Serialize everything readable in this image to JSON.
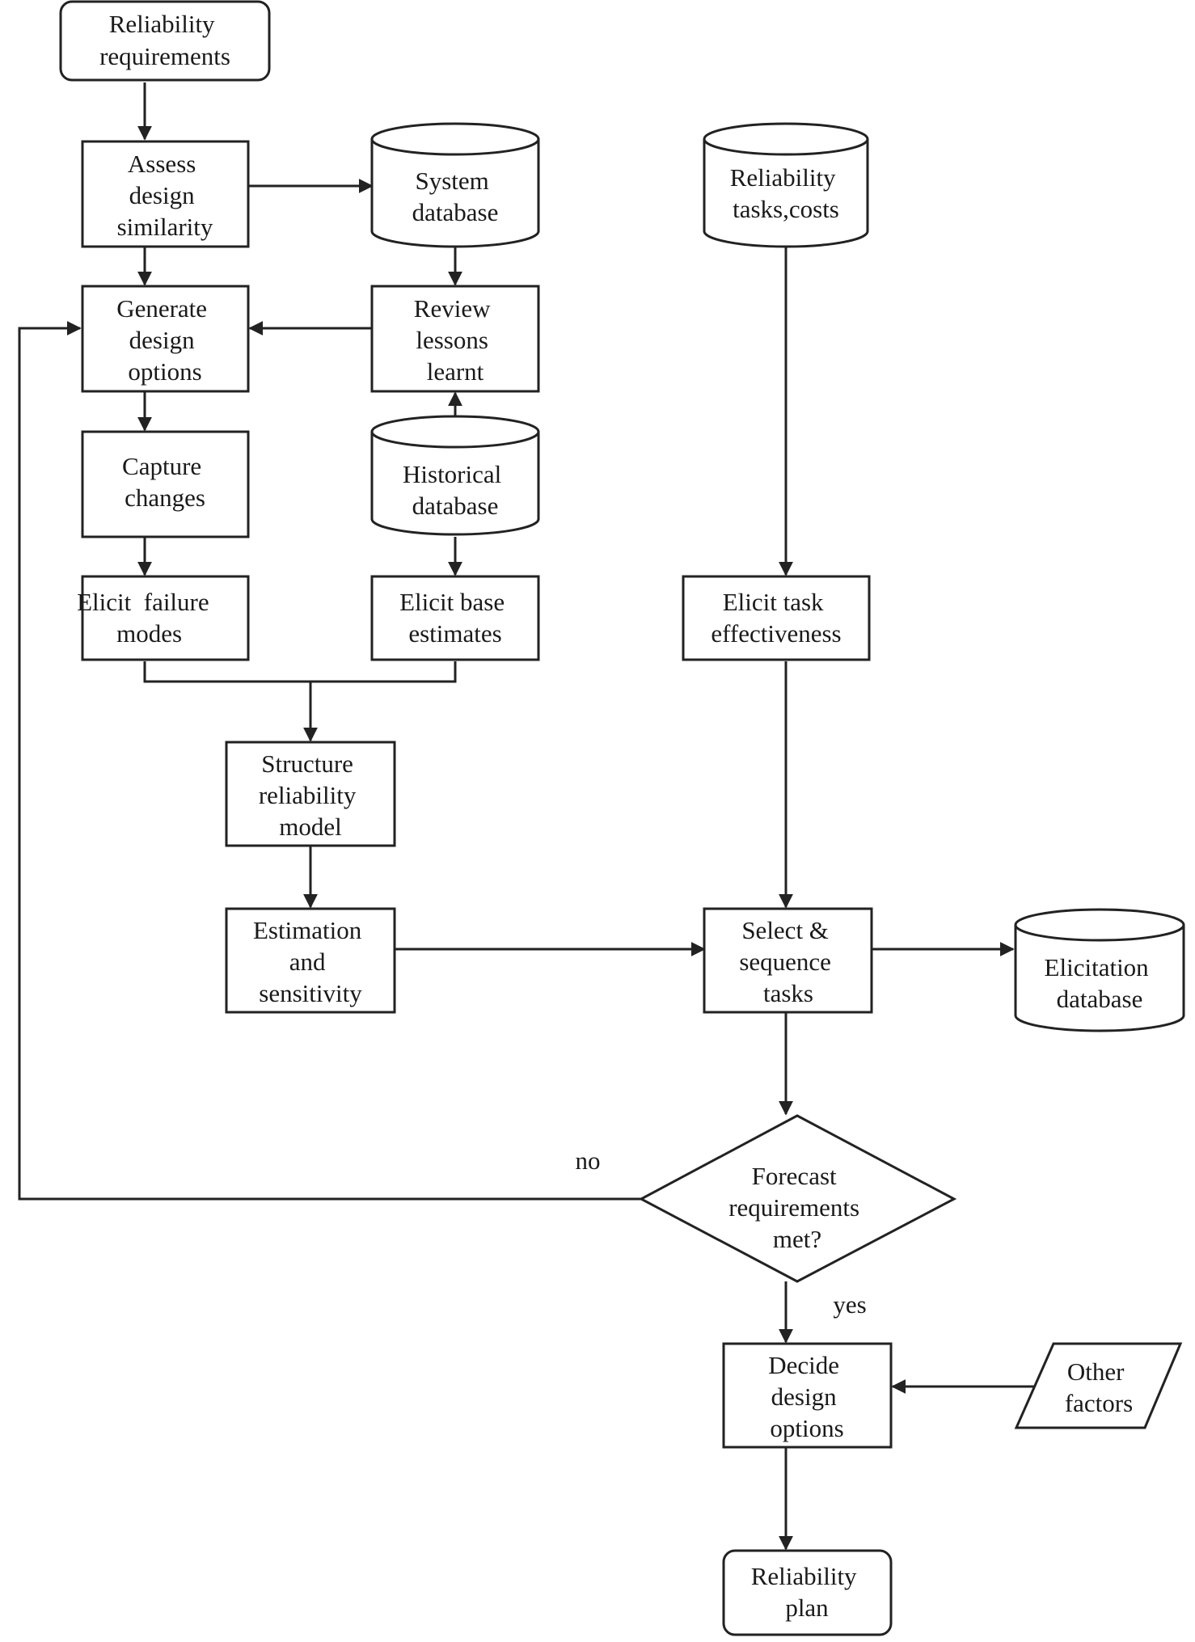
{
  "nodes": {
    "reliability_requirements": [
      "Reliability",
      "requirements"
    ],
    "assess_design_similarity": [
      "Assess",
      "design",
      "similarity"
    ],
    "system_database": [
      "System",
      "database"
    ],
    "reliability_tasks_costs": [
      "Reliability",
      "tasks,costs"
    ],
    "generate_design_options": [
      "Generate",
      "design",
      "options"
    ],
    "review_lessons_learnt": [
      "Review",
      "lessons",
      "learnt"
    ],
    "capture_changes": [
      "Capture",
      "changes"
    ],
    "historical_database": [
      "Historical",
      "database"
    ],
    "elicit_failure_modes": [
      "Elicit  failure",
      "modes"
    ],
    "elicit_base_estimates": [
      "Elicit base",
      "estimates"
    ],
    "elicit_task_effectiveness": [
      "Elicit task",
      "effectiveness"
    ],
    "structure_reliability_model": [
      "Structure",
      "reliability",
      "model"
    ],
    "estimation_and_sensitivity": [
      "Estimation",
      "and",
      "sensitivity"
    ],
    "select_sequence_tasks": [
      "Select &",
      "sequence",
      "tasks"
    ],
    "elicitation_database": [
      "Elicitation",
      "database"
    ],
    "forecast_requirements_met": [
      "Forecast",
      "requirements",
      "met?"
    ],
    "decide_design_options": [
      "Decide",
      "design",
      "options"
    ],
    "other_factors": [
      "Other",
      "factors"
    ],
    "reliability_plan": [
      "Reliability",
      "plan"
    ]
  },
  "edge_labels": {
    "no": "no",
    "yes": "yes"
  }
}
